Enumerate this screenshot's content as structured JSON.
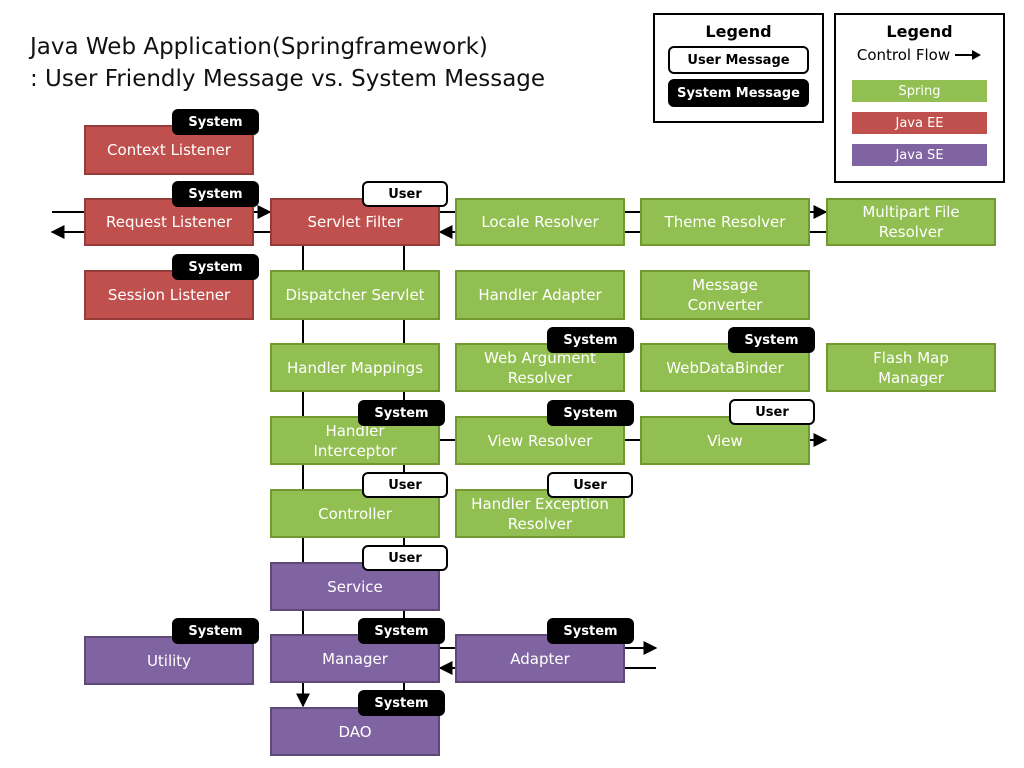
{
  "title": {
    "line1": "Java Web Application(Springframework)",
    "line2": ": User Friendly Message vs. System Message"
  },
  "legend_messages": {
    "title": "Legend",
    "user": "User Message",
    "system": "System Message"
  },
  "legend_layers": {
    "title": "Legend",
    "control_flow": "Control Flow",
    "spring": "Spring",
    "java_ee": "Java EE",
    "java_se": "Java SE"
  },
  "colors": {
    "spring": "#92bf52",
    "java_ee": "#c0504d",
    "java_se": "#8064a2"
  },
  "components": {
    "context_listener": {
      "label": "Context Listener",
      "layer": "Java EE",
      "tag": "System"
    },
    "request_listener": {
      "label": "Request Listener",
      "layer": "Java EE",
      "tag": "System"
    },
    "session_listener": {
      "label": "Session Listener",
      "layer": "Java EE",
      "tag": "System"
    },
    "servlet_filter": {
      "label": "Servlet Filter",
      "layer": "Java EE",
      "tag": "User"
    },
    "locale_resolver": {
      "label": "Locale Resolver",
      "layer": "Spring"
    },
    "theme_resolver": {
      "label": "Theme Resolver",
      "layer": "Spring"
    },
    "multipart_file_resolver": {
      "label": "Multipart File\nResolver",
      "layer": "Spring"
    },
    "dispatcher_servlet": {
      "label": "Dispatcher Servlet",
      "layer": "Spring"
    },
    "handler_adapter": {
      "label": "Handler Adapter",
      "layer": "Spring"
    },
    "message_converter": {
      "label": "Message\nConverter",
      "layer": "Spring"
    },
    "handler_mappings": {
      "label": "Handler Mappings",
      "layer": "Spring"
    },
    "web_argument_resolver": {
      "label": "Web Argument\nResolver",
      "layer": "Spring",
      "tag": "System"
    },
    "webdatabinder": {
      "label": "WebDataBinder",
      "layer": "Spring",
      "tag": "System"
    },
    "flash_map_manager": {
      "label": "Flash Map\nManager",
      "layer": "Spring"
    },
    "handler_interceptor": {
      "label": "Handler\nInterceptor",
      "layer": "Spring",
      "tag": "System"
    },
    "view_resolver": {
      "label": "View Resolver",
      "layer": "Spring",
      "tag": "System"
    },
    "view": {
      "label": "View",
      "layer": "Spring",
      "tag": "User"
    },
    "controller": {
      "label": "Controller",
      "layer": "Spring",
      "tag": "User"
    },
    "handler_exception_resolver": {
      "label": "Handler Exception\nResolver",
      "layer": "Spring",
      "tag": "User"
    },
    "service": {
      "label": "Service",
      "layer": "Java SE",
      "tag": "User"
    },
    "utility": {
      "label": "Utility",
      "layer": "Java SE",
      "tag": "System"
    },
    "manager": {
      "label": "Manager",
      "layer": "Java SE",
      "tag": "System"
    },
    "adapter": {
      "label": "Adapter",
      "layer": "Java SE",
      "tag": "System"
    },
    "dao": {
      "label": "DAO",
      "layer": "Java SE",
      "tag": "System"
    }
  }
}
